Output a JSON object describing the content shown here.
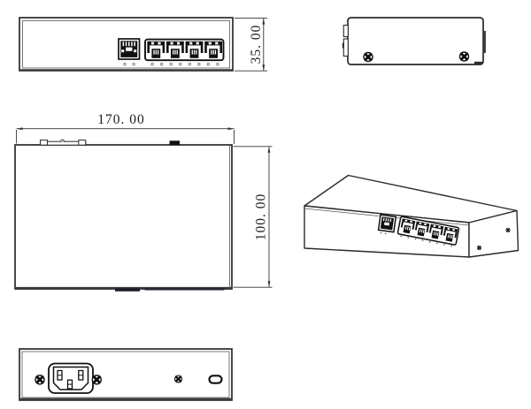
{
  "dimensions": {
    "width_label": "170. 00",
    "height_label": "35. 00",
    "depth_label": "100. 00"
  },
  "device": {
    "front_ports_total": 5,
    "single_uplink_ports": 1,
    "grouped_ports": 4,
    "front_led_dots": 10,
    "side_screws": 2,
    "rear_screws": 3,
    "rear_power_inlet": "iec-c14-socket",
    "rear_oval_slots": 1,
    "isometric_side_screws": 2
  },
  "colors": {
    "line": "#2a2a2a",
    "dark_fill": "#111111",
    "background": "#ffffff"
  },
  "icons": {
    "screw": "phillips-screw-icon",
    "port": "rj45-port-icon",
    "power": "iec-c14-inlet-icon",
    "slot": "oval-slot-icon"
  }
}
